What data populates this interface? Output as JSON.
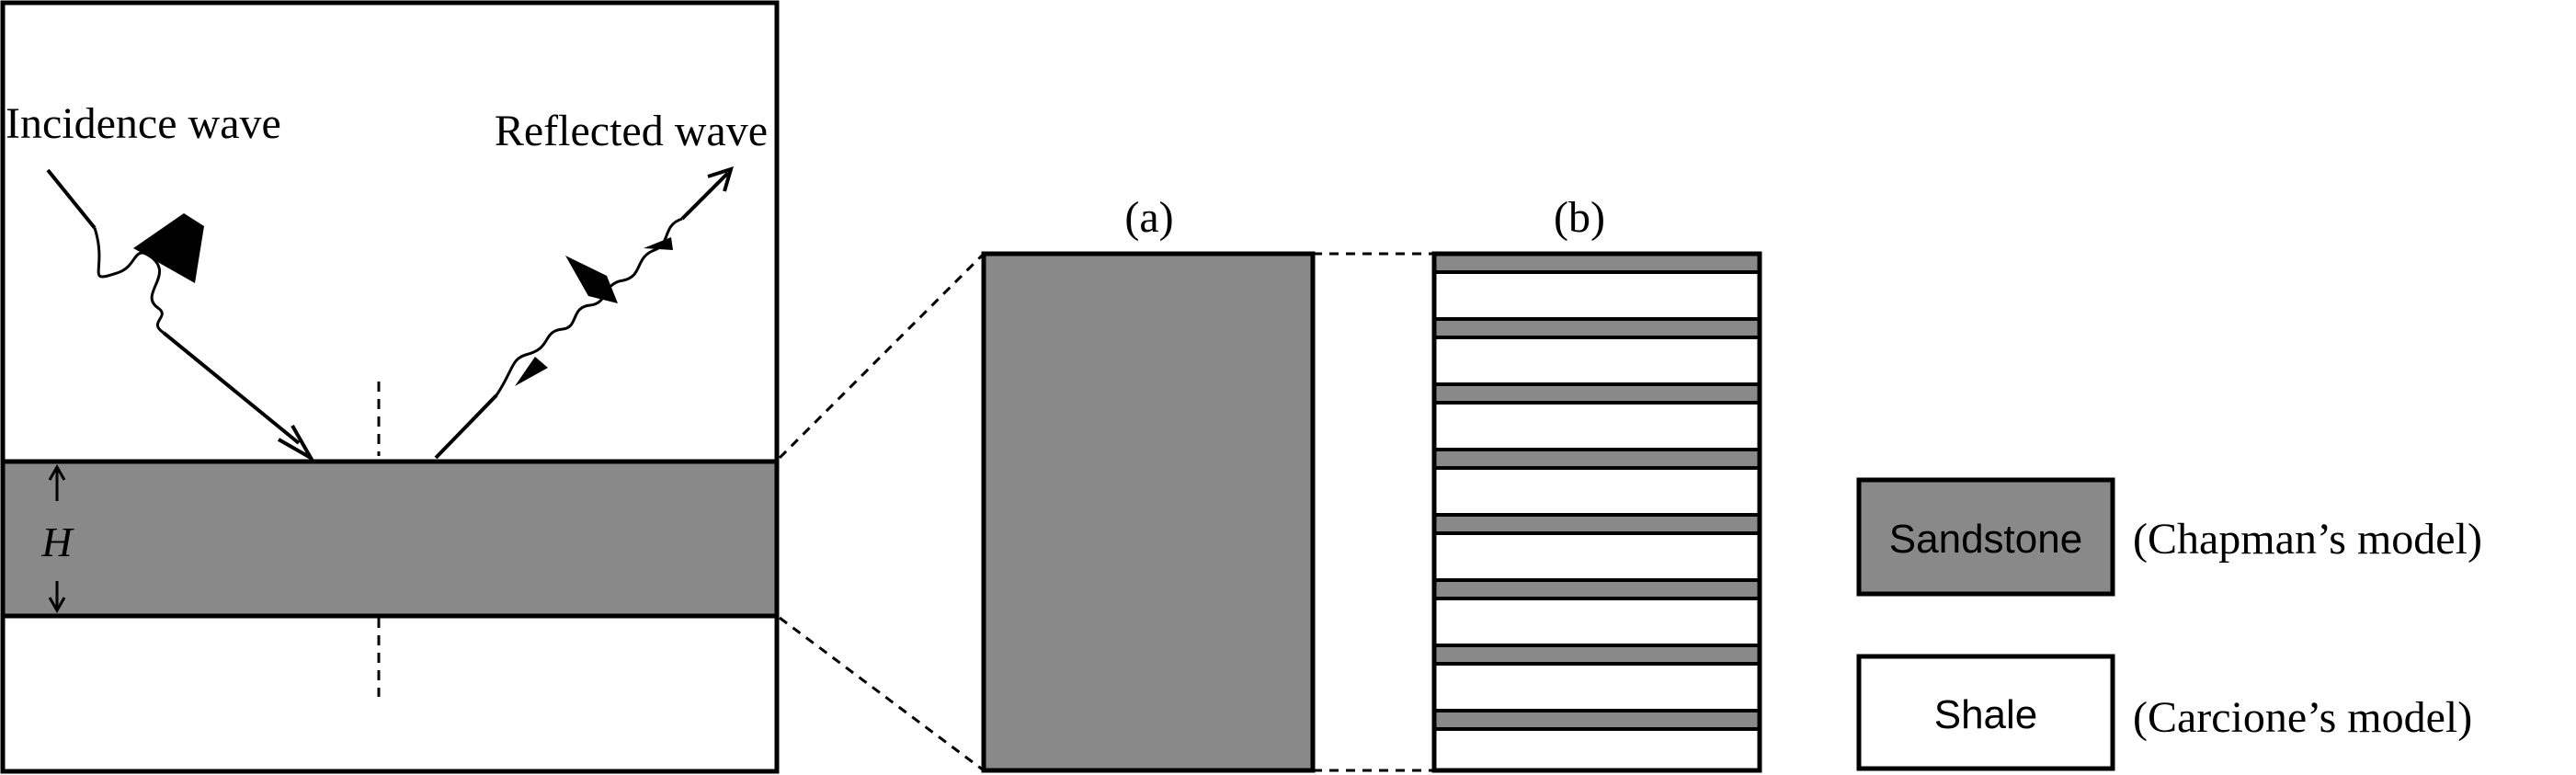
{
  "labels": {
    "incidence_wave": "Incidence wave",
    "reflected_wave": "Reflected wave",
    "thickness": "H",
    "panel_a": "(a)",
    "panel_b": "(b)"
  },
  "legend": {
    "sandstone": {
      "label": "Sandstone",
      "model": "(Chapman’s model)"
    },
    "shale": {
      "label": "Shale",
      "model": "(Carcione’s model)"
    }
  },
  "colors": {
    "sandstone": "#898989",
    "shale": "#ffffff",
    "line": "#000000"
  }
}
